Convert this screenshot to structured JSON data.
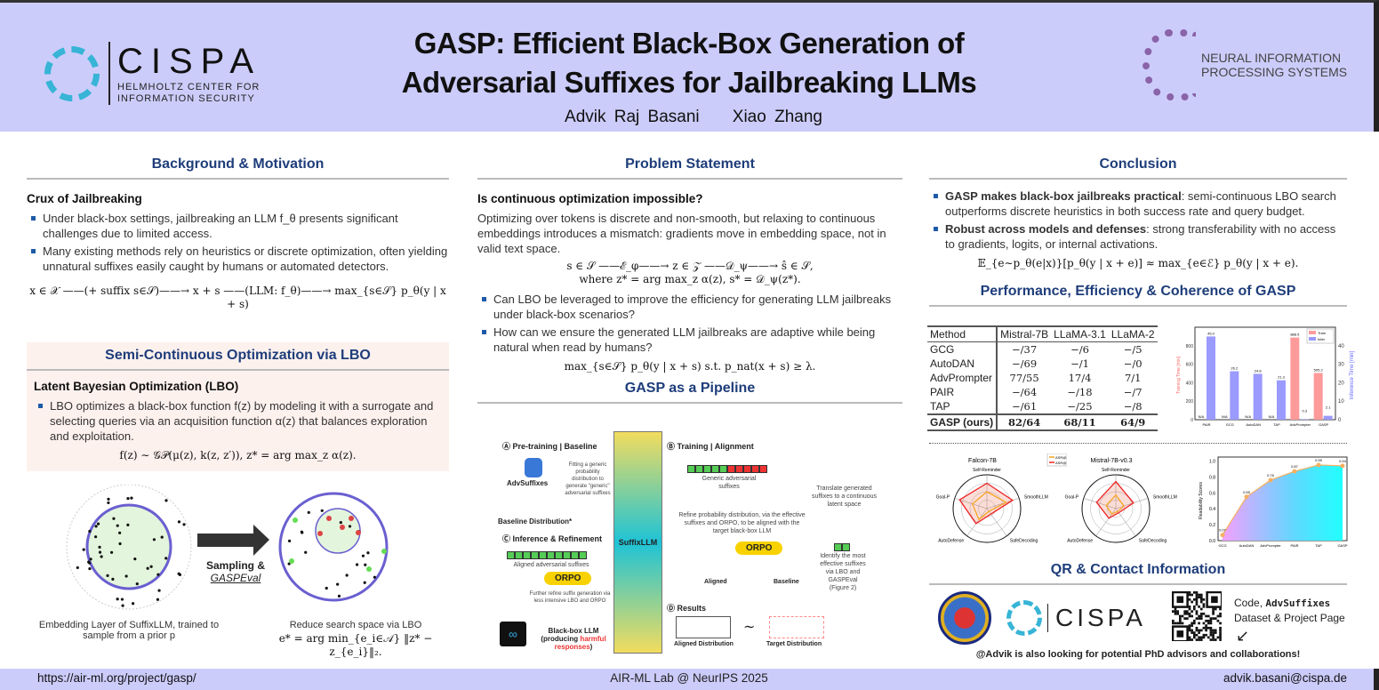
{
  "header": {
    "title": "GASP: Efficient Black-Box Generation of Adversarial Suffixes for Jailbreaking LLMs",
    "authors": [
      "Advik Raj Basani",
      "Xiao Zhang"
    ],
    "cispa": {
      "word": "CISPA",
      "sub1": "HELMHOLTZ CENTER FOR",
      "sub2": "INFORMATION SECURITY"
    },
    "neurips": {
      "line1": "NEURAL INFORMATION",
      "line2": "PROCESSING SYSTEMS"
    }
  },
  "background": {
    "title": "Background & Motivation",
    "subtitle": "Crux of Jailbreaking",
    "bullets": [
      "Under black-box settings, jailbreaking an LLM f_θ presents significant challenges due to limited access.",
      "Many existing methods rely on heuristics or discrete optimization, often yielding unnatural suffixes easily caught by humans or automated detectors."
    ],
    "equation": "x ∈ 𝒳 ——(+ suffix s∈𝒮)——→ x + s ——(LLM: f_θ)——→ max_{s∈𝒮} p_θ(y | x + s)"
  },
  "lbo": {
    "title": "Semi-Continuous Optimization via LBO",
    "subtitle": "Latent Bayesian Optimization (LBO)",
    "bullet": "LBO optimizes a black-box function f(z) by modeling it with a surrogate and selecting queries via an acquisition function α(z) that balances exploration and exploitation.",
    "equation": "f(z) ∼ 𝒢𝒫(μ(z), k(z, z′)),     z* = arg max_z α(z).",
    "arrow_label": "Sampling &",
    "arrow_label2": "GASPEval",
    "left_caption": "Embedding Layer of SuffixLLM, trained to sample from a prior p",
    "right_caption": "Reduce search space via LBO",
    "right_equation": "e* = arg min_{e_i∈𝒜} ‖z* − z_{e_i}‖₂."
  },
  "problem": {
    "title": "Problem Statement",
    "subtitle": "Is continuous optimization impossible?",
    "text": "Optimizing over tokens is discrete and non-smooth, but relaxing to continuous embeddings introduces a mismatch: gradients move in embedding space, not in valid text space.",
    "equation1": "s ∈ 𝒮 ——ℰ_φ——→ z ∈ 𝒵 ——𝒟_ψ——→ ŝ ∈ 𝒮,",
    "equation2": "where  z* = arg max_z α(z),  s* = 𝒟_ψ(z*).",
    "bullets": [
      "Can LBO be leveraged to improve the efficiency for generating LLM jailbreaks under black-box scenarios?",
      "How can we ensure the generated LLM jailbreaks are adaptive while being natural when read by humans?"
    ],
    "equation3": "max_{s∈𝒮} p_θ(y | x + s)   s.t.   p_nat(x + s) ≥ λ."
  },
  "pipeline": {
    "title": "GASP as a Pipeline",
    "center": "SuffixLLM",
    "a": "Pre-training | Baseline",
    "advsuffixes": "AdvSuffixes",
    "fit": "Fitting a generic probability distribution to generate \"generic\" adversarial suffixes",
    "baseline_dist": "Baseline Distribution*",
    "b": "Training | Alignment",
    "generic": "Generic adversarial suffixes",
    "translate": "Translate generated suffixes to a continuous latent space",
    "refine": "Refine probability distribution, via the effective suffixes and ORPO, to be aligned with the target black-box LLM",
    "orpo": "ORPO",
    "aligned": "Aligned",
    "baseline": "Baseline",
    "identify": "Identify the most effective suffixes via LBO and GASPEval (Figure 2)",
    "c": "Inference & Refinement",
    "aligned_suffixes": "Aligned adversarial suffixes",
    "further": "Further refine suffix generation via less intensive LBO and ORPO",
    "blackbox": "Black-box LLM",
    "producing": "(producing ",
    "harmful": "harmful responses",
    "d": "Results",
    "aligned_dist": "Aligned Distribution",
    "target_dist": "Target Distribution"
  },
  "conclusion": {
    "title": "Conclusion",
    "bullets": [
      {
        "bold": "GASP makes black-box jailbreaks practical",
        "rest": ": semi-continuous LBO search outperforms discrete heuristics in both success rate and query budget."
      },
      {
        "bold": "Robust across models and defenses",
        "rest": ": strong transferability with no access to gradients, logits, or internal activations."
      }
    ],
    "equation": "𝔼_{e∼p_θ(e|x)}[p_θ(y | x + e)] ≈ max_{e∈ℰ} p_θ(y | x + e)."
  },
  "performance": {
    "title": "Performance, Efficiency & Coherence of GASP",
    "table": {
      "headers": [
        "Method",
        "Mistral-7B",
        "LLaMA-3.1",
        "LLaMA-2"
      ],
      "rows": [
        [
          "GCG",
          "−/37",
          "−/6",
          "−/5"
        ],
        [
          "AutoDAN",
          "−/69",
          "−/1",
          "−/0"
        ],
        [
          "AdvPrompter",
          "77/55",
          "17/4",
          "7/1"
        ],
        [
          "PAIR",
          "−/64",
          "−/18",
          "−/7"
        ],
        [
          "TAP",
          "−/61",
          "−/25",
          "−/8"
        ]
      ],
      "ours": [
        "GASP (ours)",
        "82/64",
        "68/11",
        "64/9"
      ]
    }
  },
  "qr": {
    "title": "QR & Contact Information",
    "cispa": "CISPA",
    "qr_label1": "Code, ",
    "qr_mono": "AdvSuffixes",
    "qr_label2": "Dataset & Project Page",
    "note": "@Advik is also looking for potential PhD advisors and collaborations!"
  },
  "footer": {
    "url": "https://air-ml.org/project/gasp/",
    "lab": "AIR-ML Lab @ NeurIPS 2025",
    "email": "advik.basani@cispa.de"
  },
  "colors": {
    "accent": "#1e3d7a",
    "header_bg": "#ccccfb",
    "train": "#ff9a9a",
    "infer": "#9a9aff"
  },
  "chart_data": [
    {
      "type": "bar",
      "categories": [
        "PAIR",
        "GCG",
        "AutoDAN",
        "TAP",
        "AdvPrompter",
        "GASP"
      ],
      "series": [
        {
          "name": "Train",
          "values": [
            null,
            null,
            null,
            null,
            888.5,
            505.2
          ],
          "labels": [
            "N/A",
            "N/A",
            "N/A",
            "N/A",
            "888.5",
            "505.2"
          ]
        },
        {
          "name": "Infer",
          "values": [
            45.0,
            26.2,
            24.8,
            21.3,
            0.3,
            2.1
          ],
          "labels": [
            "45.0",
            "26.2",
            "24.8",
            "21.3",
            "0.3",
            "2.1"
          ]
        }
      ],
      "ylabel": "Training Time [min]",
      "y2label": "Inference Time [min]",
      "ylim": [
        0,
        1000
      ],
      "y2lim": [
        0,
        50
      ],
      "yticks": [
        0,
        200,
        400,
        600,
        800
      ],
      "y2ticks": [
        0,
        10,
        20,
        30,
        40
      ],
      "legend": "top-right"
    },
    {
      "type": "radar",
      "title": "Falcon-7B",
      "axes": [
        "Self-Reminder",
        "SmoothLLM",
        "SafeDecoding",
        "AutoDefense",
        "Goal-P"
      ],
      "series": [
        {
          "name": "ASR@1",
          "values": [
            50,
            60,
            10,
            40,
            45
          ]
        },
        {
          "name": "ASR@10",
          "values": [
            75,
            80,
            20,
            55,
            85
          ]
        }
      ],
      "rlim": [
        0,
        100
      ]
    },
    {
      "type": "radar",
      "title": "Mistral-7B-v0.3",
      "axes": [
        "Self-Reminder",
        "SmoothLLM",
        "SafeDecoding",
        "AutoDefense",
        "Goal-P"
      ],
      "series": [
        {
          "name": "ASR@1",
          "values": [
            40,
            25,
            10,
            20,
            30
          ]
        },
        {
          "name": "ASR@10",
          "values": [
            80,
            55,
            15,
            35,
            60
          ]
        }
      ],
      "rlim": [
        0,
        100
      ]
    },
    {
      "type": "area",
      "categories": [
        "GCG",
        "AutoDAN",
        "AdvPrompter",
        "PAIR",
        "TAP",
        "GASP"
      ],
      "values": [
        0.07,
        0.55,
        0.76,
        0.87,
        0.95,
        0.94
      ],
      "ylabel": "Readability Scores",
      "ylim": [
        0,
        1.05
      ],
      "yticks": [
        "0.0",
        "0.2",
        "0.4",
        "0.6",
        "0.8",
        "1.0"
      ]
    }
  ]
}
